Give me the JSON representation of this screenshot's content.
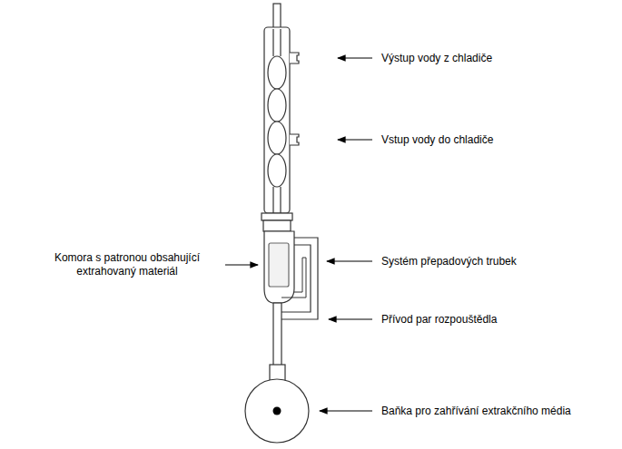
{
  "diagram": {
    "labels": [
      "Výstup vody z chladiče",
      "Vstup vody do chladiče",
      "Komora s patronou obsahující extrahovaný materiál",
      "Systém přepadových trubek",
      "Přívod par rozpouštědla",
      "Baňka pro zahřívání extrakčního média"
    ]
  }
}
